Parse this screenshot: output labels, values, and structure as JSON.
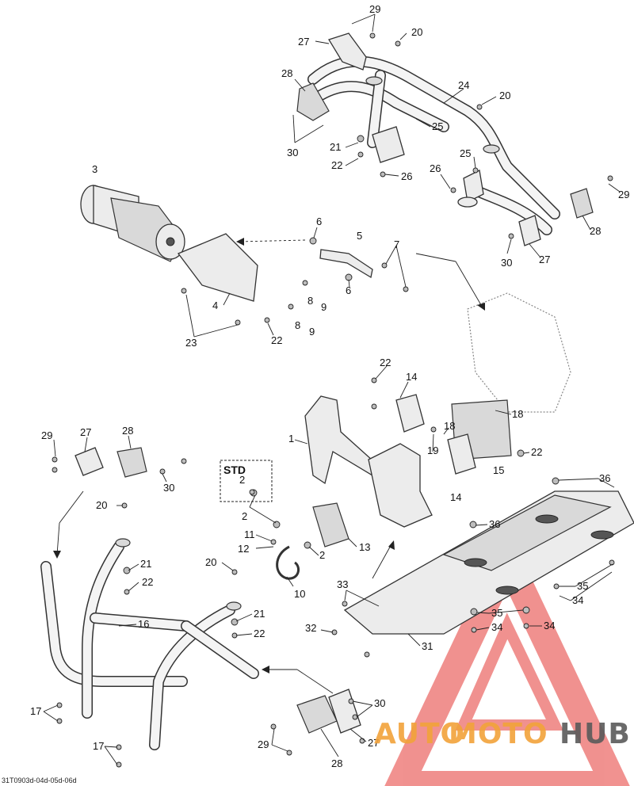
{
  "labels": {
    "top_29": "29",
    "top_27": "27",
    "top_20": "20",
    "top_28": "28",
    "top_24": "24",
    "top_20b": "20",
    "top_25": "25",
    "top_30": "30",
    "top_21": "21",
    "top_22": "22",
    "top_26": "26",
    "top_25b": "25",
    "top_26b": "26",
    "top_29b": "29",
    "top_28b": "28",
    "top_30b": "30",
    "top_27b": "27",
    "w_3": "3",
    "w_6": "6",
    "w_5": "5",
    "w_7": "7",
    "w_6b": "6",
    "w_8": "8",
    "w_9": "9",
    "w_8b": "8",
    "w_9b": "9",
    "w_4": "4",
    "w_23": "23",
    "w_22": "22",
    "m_22": "22",
    "m_14": "14",
    "m_18": "18",
    "m_18b": "18",
    "m_19": "19",
    "m_22b": "22",
    "m_15": "15",
    "m_14b": "14",
    "m_1": "1",
    "m_2": "2",
    "m_11": "11",
    "m_12": "12",
    "m_2b": "2",
    "m_13": "13",
    "m_10": "10",
    "l_29": "29",
    "l_27": "27",
    "l_28": "28",
    "l_30": "30",
    "l_20": "20",
    "l_21": "21",
    "l_22": "22",
    "l_20b": "20",
    "l_21b": "21",
    "l_22b": "22",
    "l_16": "16",
    "l_17": "17",
    "l_17b": "17",
    "r_36": "36",
    "r_36b": "36",
    "r_35": "35",
    "r_34": "34",
    "r_35b": "35",
    "r_34b": "34",
    "r_34c": "34",
    "r_33": "33",
    "r_32": "32",
    "r_31": "31",
    "b_30": "30",
    "b_29": "29",
    "b_27": "27",
    "b_28": "28"
  },
  "std_box": {
    "title": "STD",
    "part": "2"
  },
  "footer_code": "31T0903d-04d-05d-06d",
  "watermark": {
    "text_left": "AUTO",
    "text_mid": "MOTO",
    "text_right": "HUB",
    "color_orange": "#f2a33a",
    "color_gray": "#5a5a5a",
    "triangle_color": "#e53935"
  }
}
